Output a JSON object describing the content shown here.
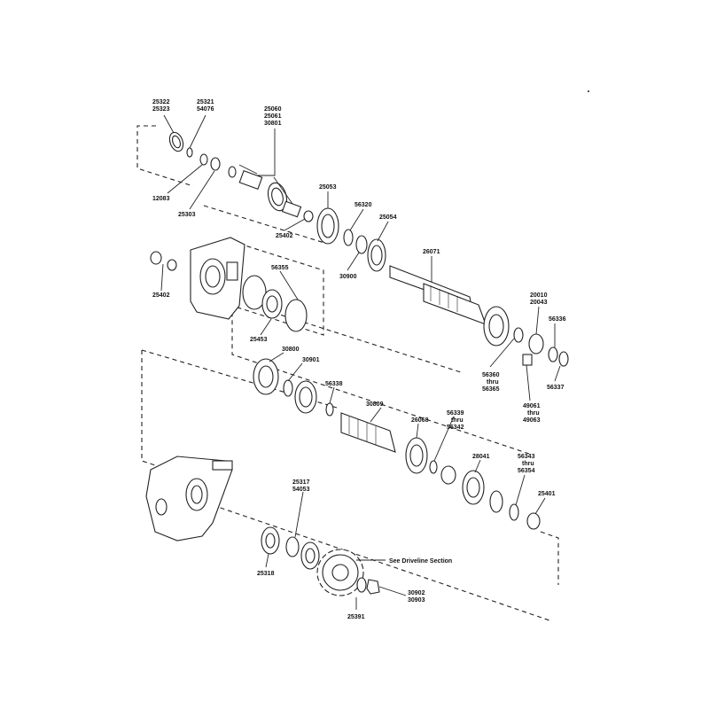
{
  "labels": [
    {
      "id": "25322",
      "lines": [
        "25322",
        "25323"
      ]
    },
    {
      "id": "25321",
      "lines": [
        "25321",
        "54076"
      ]
    },
    {
      "id": "25060",
      "lines": [
        "25060",
        "25061",
        "30801"
      ]
    },
    {
      "id": "12083",
      "lines": [
        "12083"
      ]
    },
    {
      "id": "25303",
      "lines": [
        "25303"
      ]
    },
    {
      "id": "25053",
      "lines": [
        "25053"
      ]
    },
    {
      "id": "56320",
      "lines": [
        "56320"
      ]
    },
    {
      "id": "25402a",
      "lines": [
        "25402"
      ]
    },
    {
      "id": "25054",
      "lines": [
        "25054"
      ]
    },
    {
      "id": "30900",
      "lines": [
        "30900"
      ]
    },
    {
      "id": "26071",
      "lines": [
        "26071"
      ]
    },
    {
      "id": "25402b",
      "lines": [
        "25402"
      ]
    },
    {
      "id": "56355",
      "lines": [
        "56355"
      ]
    },
    {
      "id": "25453",
      "lines": [
        "25453"
      ]
    },
    {
      "id": "20010",
      "lines": [
        "20010",
        "20043"
      ]
    },
    {
      "id": "56336",
      "lines": [
        "56336"
      ]
    },
    {
      "id": "56360",
      "lines": [
        "56360",
        "thru",
        "56365"
      ]
    },
    {
      "id": "56337",
      "lines": [
        "56337"
      ]
    },
    {
      "id": "49061",
      "lines": [
        "49061",
        "thru",
        "49063"
      ]
    },
    {
      "id": "30800",
      "lines": [
        "30800"
      ]
    },
    {
      "id": "30901",
      "lines": [
        "30901"
      ]
    },
    {
      "id": "56338",
      "lines": [
        "56338"
      ]
    },
    {
      "id": "30809",
      "lines": [
        "30809"
      ]
    },
    {
      "id": "26068",
      "lines": [
        "26068"
      ]
    },
    {
      "id": "56339",
      "lines": [
        "56339",
        "thru",
        "56342"
      ]
    },
    {
      "id": "28041",
      "lines": [
        "28041"
      ]
    },
    {
      "id": "56343",
      "lines": [
        "56343",
        "thru",
        "56354"
      ]
    },
    {
      "id": "25401",
      "lines": [
        "25401"
      ]
    },
    {
      "id": "25317",
      "lines": [
        "25317",
        "54053"
      ]
    },
    {
      "id": "driveline",
      "lines": [
        "See Driveline Section"
      ]
    },
    {
      "id": "25318",
      "lines": [
        "25318"
      ]
    },
    {
      "id": "30902",
      "lines": [
        "30902",
        "30903"
      ]
    },
    {
      "id": "25391",
      "lines": [
        "25391"
      ]
    }
  ]
}
